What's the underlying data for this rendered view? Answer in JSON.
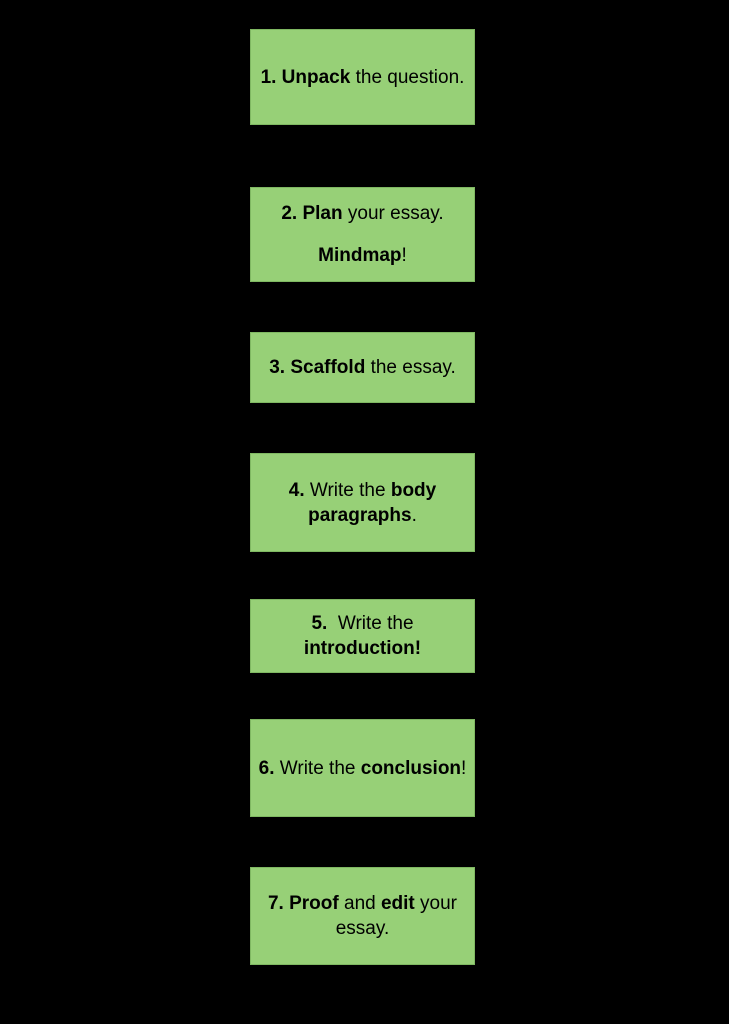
{
  "colors": {
    "background": "#000000",
    "box_fill": "#97D077",
    "box_border": "#7fb862",
    "text": "#000000"
  },
  "flowchart": {
    "steps": [
      {
        "name": "step-1-unpack",
        "lines": [
          {
            "segments": [
              {
                "text": "1. Unpack",
                "bold": true
              },
              {
                "text": " the question.",
                "bold": false
              }
            ]
          }
        ]
      },
      {
        "name": "step-2-plan",
        "lines": [
          {
            "segments": [
              {
                "text": "2. Plan",
                "bold": true
              },
              {
                "text": " your essay.",
                "bold": false
              }
            ]
          },
          {
            "gap_before": true,
            "segments": [
              {
                "text": "Mindmap",
                "bold": true
              },
              {
                "text": "!",
                "bold": false
              }
            ]
          }
        ]
      },
      {
        "name": "step-3-scaffold",
        "lines": [
          {
            "segments": [
              {
                "text": "3. Scaffold",
                "bold": true
              },
              {
                "text": " the essay.",
                "bold": false
              }
            ]
          }
        ]
      },
      {
        "name": "step-4-body-paragraphs",
        "lines": [
          {
            "segments": [
              {
                "text": "4.",
                "bold": true
              },
              {
                "text": " Write the ",
                "bold": false
              },
              {
                "text": "body",
                "bold": true
              }
            ]
          },
          {
            "segments": [
              {
                "text": "paragraphs",
                "bold": true
              },
              {
                "text": ".",
                "bold": false
              }
            ]
          }
        ]
      },
      {
        "name": "step-5-introduction",
        "lines": [
          {
            "segments": [
              {
                "text": "5.",
                "bold": true
              },
              {
                "text": "  Write the",
                "bold": false
              }
            ]
          },
          {
            "segments": [
              {
                "text": "introduction!",
                "bold": true
              }
            ]
          }
        ]
      },
      {
        "name": "step-6-conclusion",
        "lines": [
          {
            "segments": [
              {
                "text": "6.",
                "bold": true
              },
              {
                "text": " Write the ",
                "bold": false
              },
              {
                "text": "conclusion",
                "bold": true
              },
              {
                "text": "!",
                "bold": false
              }
            ]
          }
        ]
      },
      {
        "name": "step-7-proof-edit",
        "lines": [
          {
            "segments": [
              {
                "text": "7. Proof",
                "bold": true
              },
              {
                "text": " and ",
                "bold": false
              },
              {
                "text": "edit",
                "bold": true
              },
              {
                "text": " your",
                "bold": false
              }
            ]
          },
          {
            "segments": [
              {
                "text": "essay.",
                "bold": false
              }
            ]
          }
        ]
      }
    ]
  }
}
